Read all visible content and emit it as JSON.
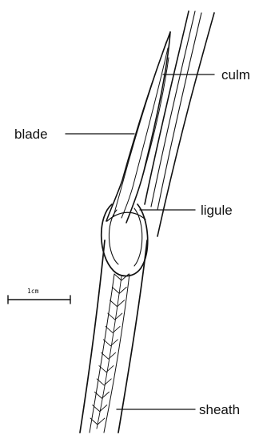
{
  "labels": {
    "culm": "culm",
    "blade": "blade",
    "ligule": "ligule",
    "sheath": "sheath"
  },
  "scale_bar": {
    "text": "1cm"
  }
}
